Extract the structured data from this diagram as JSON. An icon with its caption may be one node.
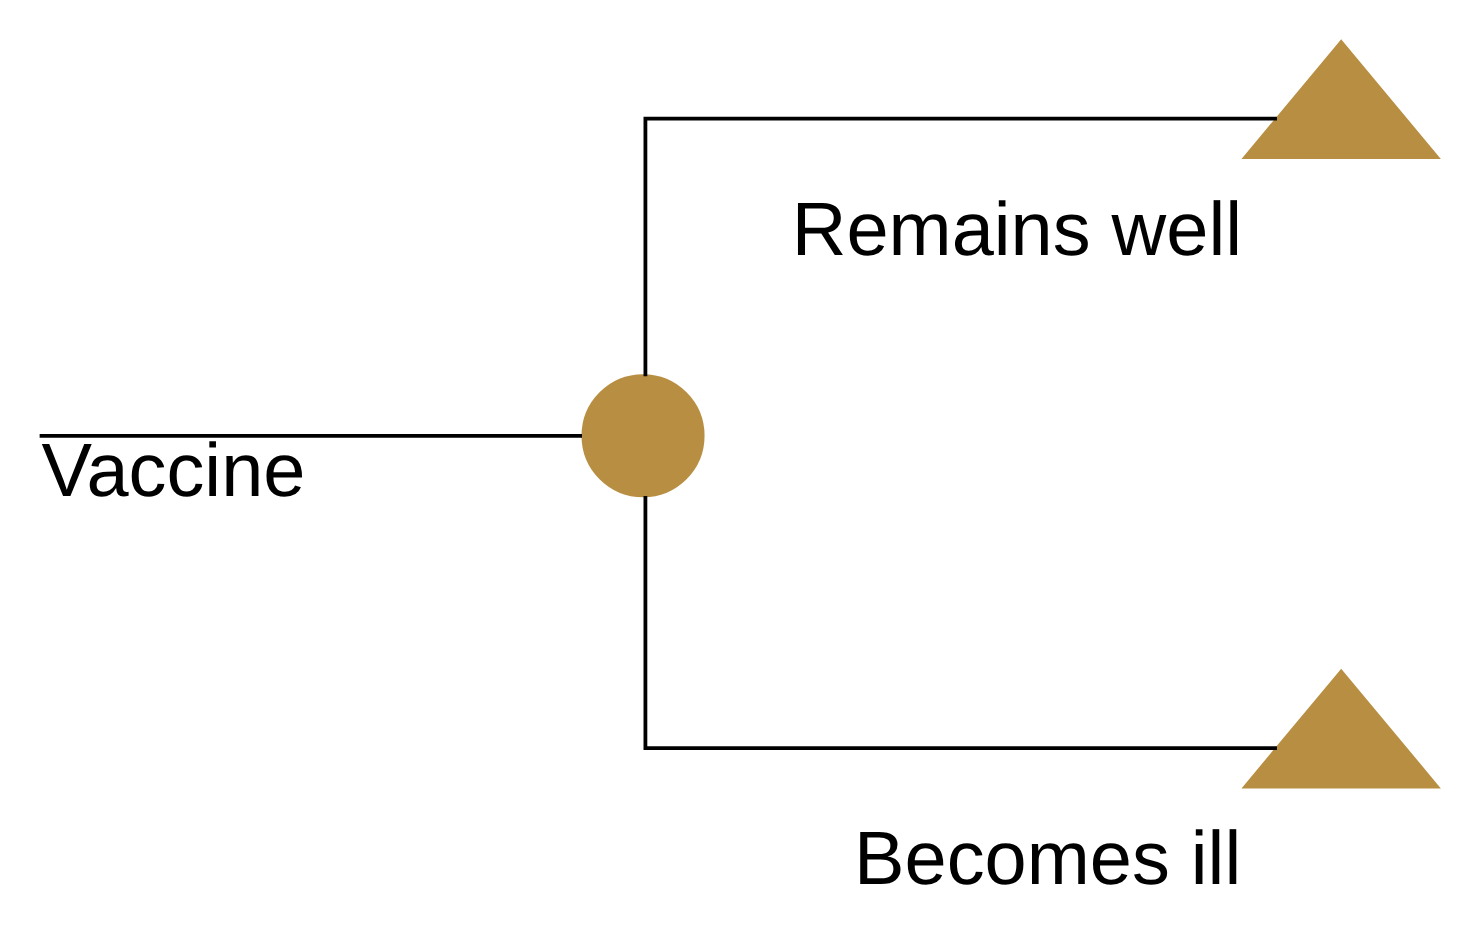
{
  "diagram": {
    "nodes": [
      {
        "text": [],
        "shape": "circle"
      },
      {
        "text": [],
        "shape": "triangle",
        "beside": [
          "Remains well"
        ]
      },
      {
        "text": [],
        "shape": "triangle",
        "beside": [
          "Becomes ill"
        ]
      }
    ],
    "edges": [
      {
        "from": null,
        "to": 0,
        "arrow": "none",
        "label": "Vaccine"
      },
      {
        "from": 0,
        "to": 1,
        "arrow": "none"
      },
      {
        "from": 0,
        "to": 2,
        "arrow": "none"
      }
    ]
  }
}
